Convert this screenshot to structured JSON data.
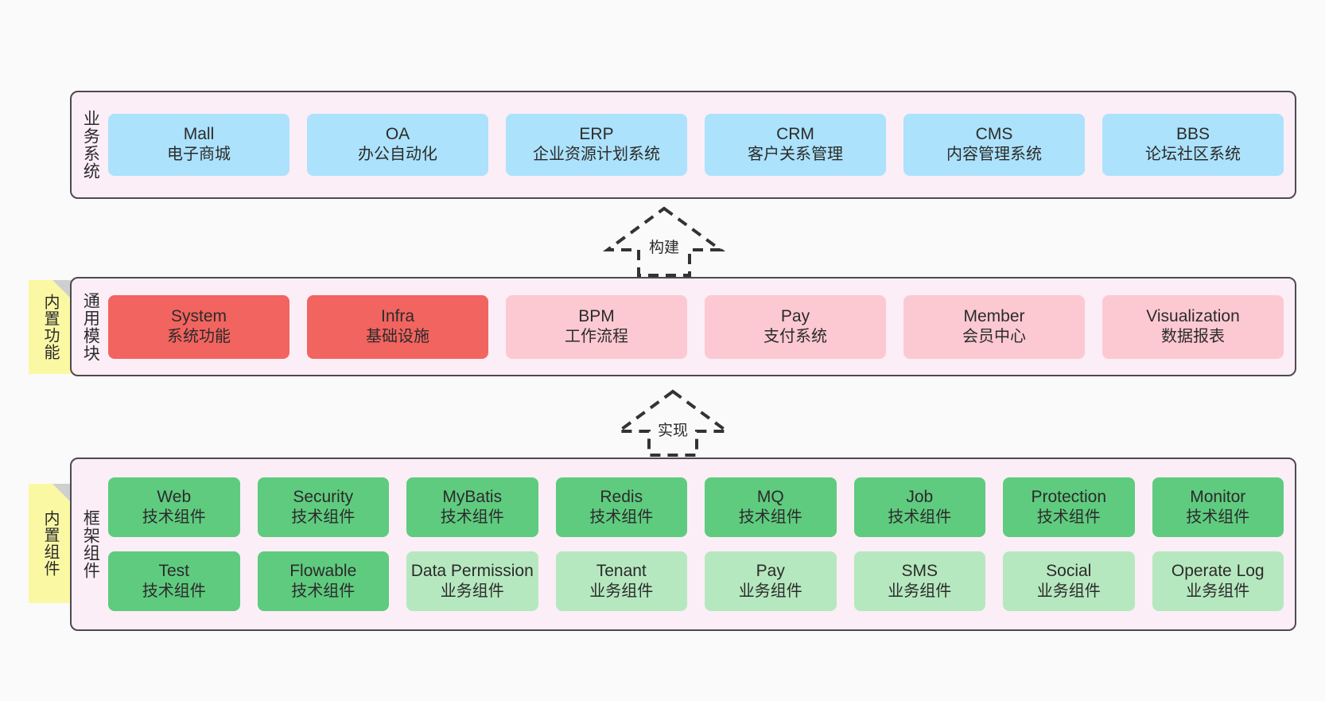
{
  "diagram": {
    "title": "",
    "colors": {
      "canvas_background": "#fafafa",
      "layer_panel": "#fbeef6",
      "layer_border": "#4d4a52",
      "business_node": "#ace2fb",
      "common_core_node": "#f2645f",
      "common_node": "#fcc9d2",
      "tech_component_node": "#5fcb7f",
      "business_component_node": "#b6e8bf",
      "sticky_note": "#fbf8a4",
      "sticky_fold": "#cfcfcf",
      "arrow": "#333333"
    }
  },
  "layers": {
    "business": {
      "label": "业务系统",
      "nodes": [
        {
          "title": "Mall",
          "sub": "电子商城",
          "color": "blue"
        },
        {
          "title": "OA",
          "sub": "办公自动化",
          "color": "blue"
        },
        {
          "title": "ERP",
          "sub": "企业资源计划系统",
          "color": "blue"
        },
        {
          "title": "CRM",
          "sub": "客户关系管理",
          "color": "blue"
        },
        {
          "title": "CMS",
          "sub": "内容管理系统",
          "color": "blue"
        },
        {
          "title": "BBS",
          "sub": "论坛社区系统",
          "color": "blue"
        }
      ]
    },
    "common": {
      "label": "通用模块",
      "sticky": "内置功能",
      "nodes": [
        {
          "title": "System",
          "sub": "系统功能",
          "color": "red"
        },
        {
          "title": "Infra",
          "sub": "基础设施",
          "color": "red"
        },
        {
          "title": "BPM",
          "sub": "工作流程",
          "color": "pink"
        },
        {
          "title": "Pay",
          "sub": "支付系统",
          "color": "pink"
        },
        {
          "title": "Member",
          "sub": "会员中心",
          "color": "pink"
        },
        {
          "title": "Visualization",
          "sub": "数据报表",
          "color": "pink"
        }
      ]
    },
    "framework": {
      "label": "框架组件",
      "sticky": "内置组件",
      "row1": [
        {
          "title": "Web",
          "sub": "技术组件",
          "color": "green"
        },
        {
          "title": "Security",
          "sub": "技术组件",
          "color": "green"
        },
        {
          "title": "MyBatis",
          "sub": "技术组件",
          "color": "green"
        },
        {
          "title": "Redis",
          "sub": "技术组件",
          "color": "green"
        },
        {
          "title": "MQ",
          "sub": "技术组件",
          "color": "green"
        },
        {
          "title": "Job",
          "sub": "技术组件",
          "color": "green"
        },
        {
          "title": "Protection",
          "sub": "技术组件",
          "color": "green"
        },
        {
          "title": "Monitor",
          "sub": "技术组件",
          "color": "green"
        }
      ],
      "row2": [
        {
          "title": "Test",
          "sub": "技术组件",
          "color": "green"
        },
        {
          "title": "Flowable",
          "sub": "技术组件",
          "color": "green"
        },
        {
          "title": "Data Permission",
          "sub": "业务组件",
          "color": "lgreen"
        },
        {
          "title": "Tenant",
          "sub": "业务组件",
          "color": "lgreen"
        },
        {
          "title": "Pay",
          "sub": "业务组件",
          "color": "lgreen"
        },
        {
          "title": "SMS",
          "sub": "业务组件",
          "color": "lgreen"
        },
        {
          "title": "Social",
          "sub": "业务组件",
          "color": "lgreen"
        },
        {
          "title": "Operate Log",
          "sub": "业务组件",
          "color": "lgreen"
        }
      ]
    }
  },
  "arrows": [
    {
      "id": "build",
      "label": "构建",
      "from": "common",
      "to": "business",
      "style": "dashed-hollow-triangle"
    },
    {
      "id": "impl",
      "label": "实现",
      "from": "framework",
      "to": "common",
      "style": "dashed-hollow-triangle"
    }
  ]
}
